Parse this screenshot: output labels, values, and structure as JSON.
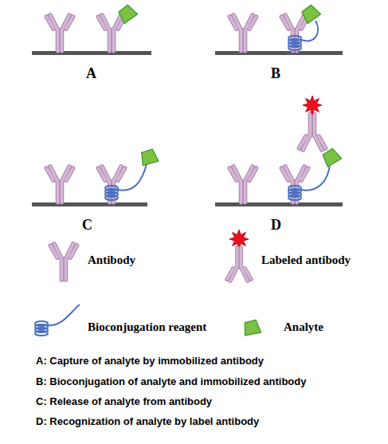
{
  "diagram": {
    "labels": [
      "A",
      "B",
      "C",
      "D",
      "A: Capture of analyte by immobilized antibody",
      "B: Bioconjugation of analyte and immobilized antibody",
      "C: Release of analyte from antibody",
      "D: Recognization of analyte by label antibody"
    ],
    "legend": [
      {
        "text": "Antibody"
      },
      {
        "text": "Labeled antibody"
      },
      {
        "text": "Bioconjugation reagent"
      },
      {
        "text": "Analyte"
      }
    ]
  }
}
